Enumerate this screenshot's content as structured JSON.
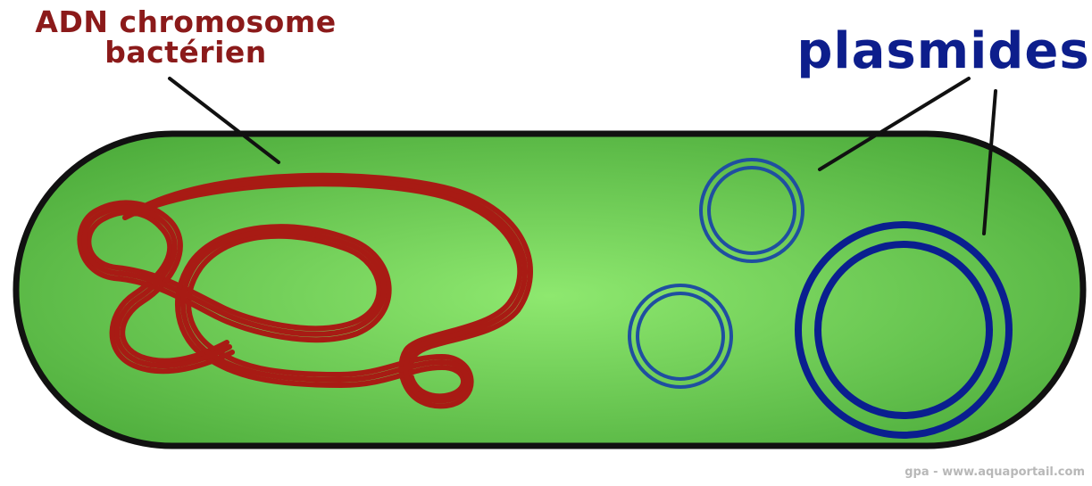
{
  "labels": {
    "chromosome_line1": "ADN chromosome",
    "chromosome_line2": "bactérien",
    "plasmids": "plasmides"
  },
  "credit": "gpa - www.aquaportail.com",
  "colors": {
    "cell_fill_center": "#8ee86f",
    "cell_fill_edge": "#4fae3d",
    "cell_outline": "#111111",
    "chromosome": "#a81b14",
    "chromosome_label": "#8b1a1a",
    "plasmid_outer": "#1f4fa0",
    "plasmid_large": "#0a1f8f",
    "plasmid_label": "#0d1e8c",
    "leader_line": "#111111"
  }
}
